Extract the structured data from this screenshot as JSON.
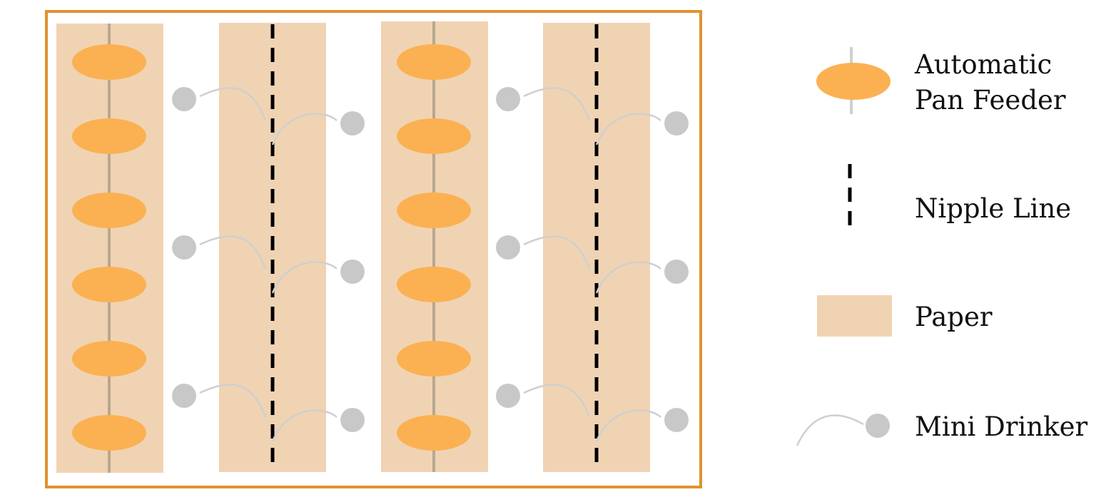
{
  "colors": {
    "frame": "#e0922e",
    "paper": "#f0d3b3",
    "feeder": "#fbb152",
    "feeder_line": "#b8a890",
    "nipple_line": "#000000",
    "drinker": "#c8c8c8",
    "hose": "#cfcfcf"
  },
  "layout_plan": {
    "feeder_lanes": 2,
    "feeders_per_lane": 6,
    "nipple_lanes": 2,
    "drinkers_per_side": 3
  },
  "legend": {
    "feeder": {
      "icon": "feeder-icon",
      "lines": [
        "Automatic",
        "Pan Feeder"
      ]
    },
    "nipple": {
      "icon": "nipple-line-icon",
      "lines": [
        "Nipple Line"
      ]
    },
    "paper": {
      "icon": "paper-swatch-icon",
      "lines": [
        "Paper"
      ]
    },
    "drinker": {
      "icon": "mini-drinker-icon",
      "lines": [
        "Mini Drinker"
      ]
    }
  }
}
